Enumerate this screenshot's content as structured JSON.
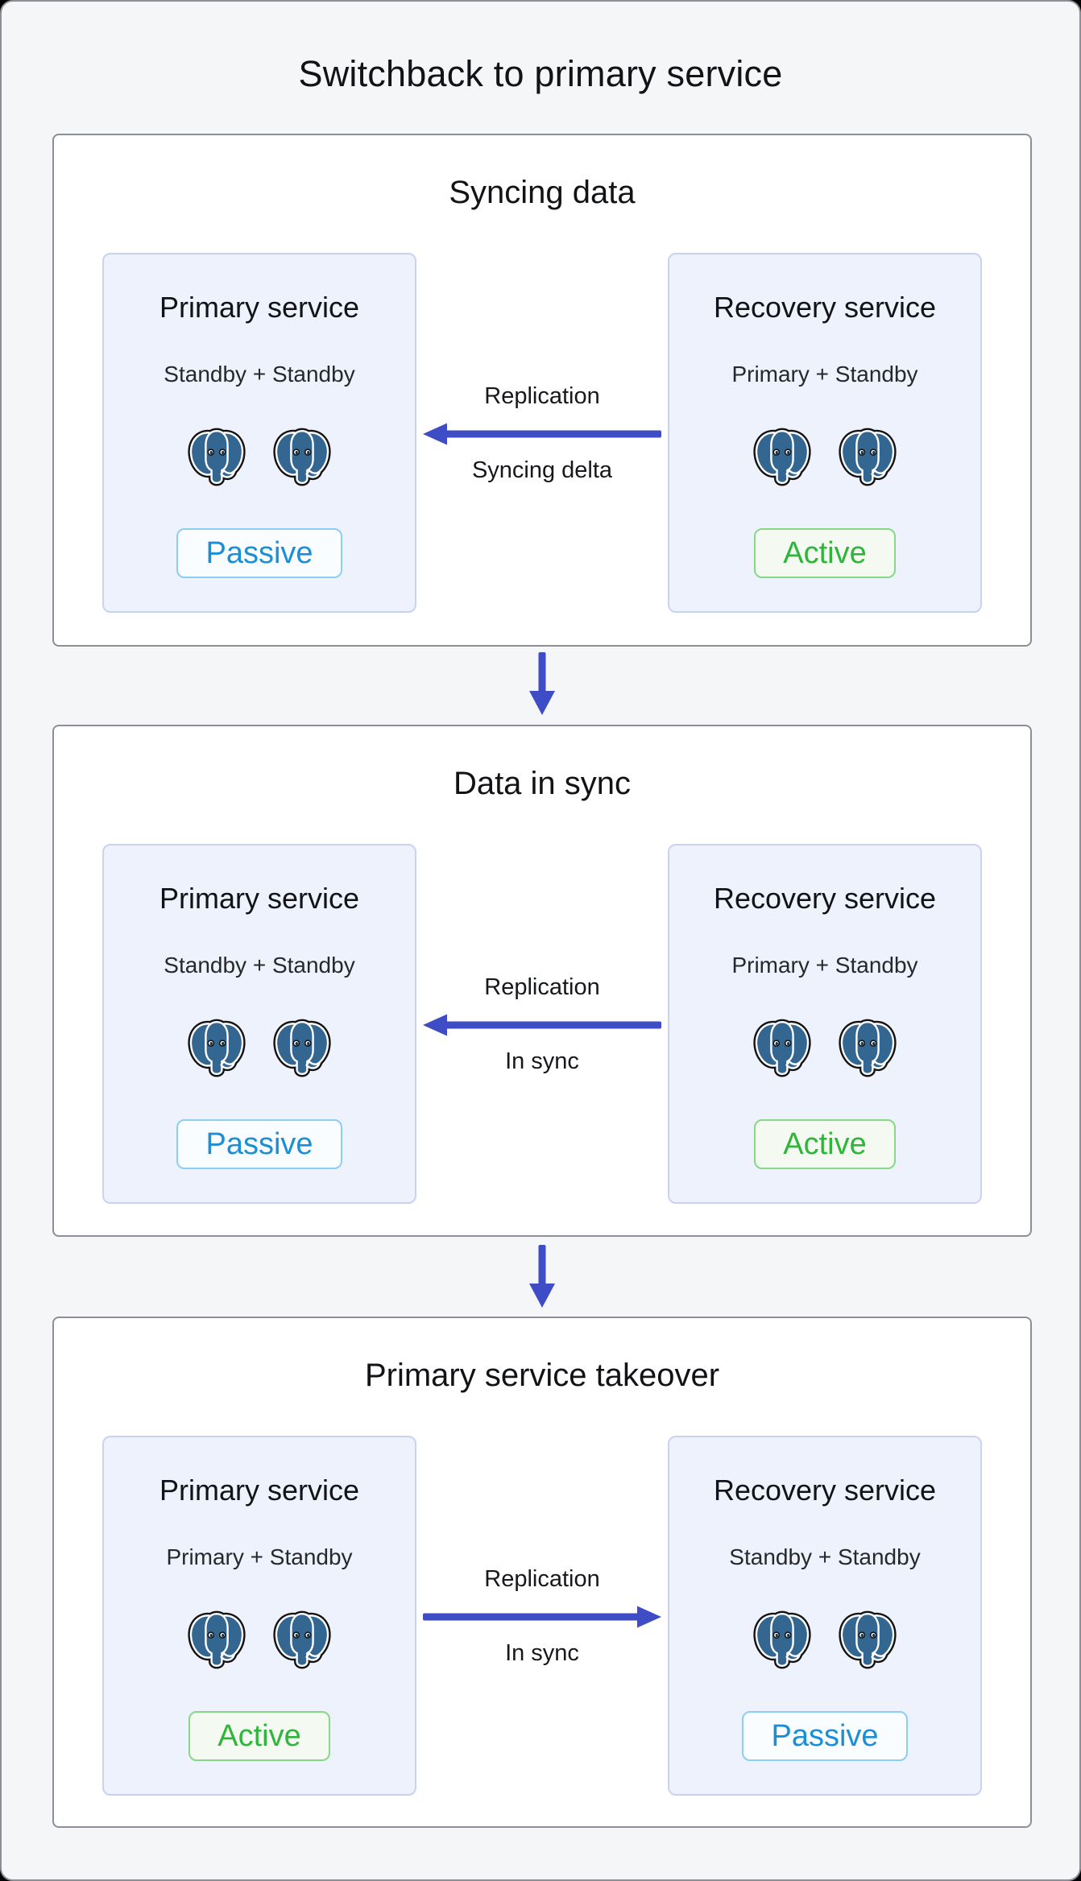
{
  "page": {
    "title": "Switchback to primary service"
  },
  "colors": {
    "canvas_bg": "#f5f6f8",
    "frame_border": "#8e8e96",
    "section_bg": "#ffffff",
    "section_border": "#8e8e96",
    "card_bg": "#eef2fc",
    "card_border": "#c9d3f1",
    "arrow": "#3e4cc5",
    "text": "#121316",
    "active_text": "#2fb53a",
    "active_border": "#86d786",
    "active_bg": "#f4faf1",
    "passive_text": "#1b8fd6",
    "passive_border": "#8bcff2",
    "passive_bg": "#fafdff",
    "elephant_blue": "#336791"
  },
  "sections": [
    {
      "title": "Syncing data",
      "left_card": {
        "title": "Primary service",
        "subtitle": "Standby + Standby",
        "icon": "postgresql-elephant-icon",
        "icon_count": 2,
        "badge": {
          "label": "Passive",
          "state": "passive"
        }
      },
      "right_card": {
        "title": "Recovery service",
        "subtitle": "Primary + Standby",
        "icon": "postgresql-elephant-icon",
        "icon_count": 2,
        "badge": {
          "label": "Active",
          "state": "active"
        }
      },
      "link": {
        "label_top": "Replication",
        "label_bottom": "Syncing delta",
        "direction": "left"
      }
    },
    {
      "title": "Data in sync",
      "left_card": {
        "title": "Primary service",
        "subtitle": "Standby + Standby",
        "icon": "postgresql-elephant-icon",
        "icon_count": 2,
        "badge": {
          "label": "Passive",
          "state": "passive"
        }
      },
      "right_card": {
        "title": "Recovery service",
        "subtitle": "Primary + Standby",
        "icon": "postgresql-elephant-icon",
        "icon_count": 2,
        "badge": {
          "label": "Active",
          "state": "active"
        }
      },
      "link": {
        "label_top": "Replication",
        "label_bottom": "In sync",
        "direction": "left"
      }
    },
    {
      "title": "Primary service takeover",
      "left_card": {
        "title": "Primary service",
        "subtitle": "Primary + Standby",
        "icon": "postgresql-elephant-icon",
        "icon_count": 2,
        "badge": {
          "label": "Active",
          "state": "active"
        }
      },
      "right_card": {
        "title": "Recovery service",
        "subtitle": "Standby + Standby",
        "icon": "postgresql-elephant-icon",
        "icon_count": 2,
        "badge": {
          "label": "Passive",
          "state": "passive"
        }
      },
      "link": {
        "label_top": "Replication",
        "label_bottom": "In sync",
        "direction": "right"
      }
    }
  ],
  "connectors": [
    "down-arrow-icon",
    "down-arrow-icon"
  ]
}
